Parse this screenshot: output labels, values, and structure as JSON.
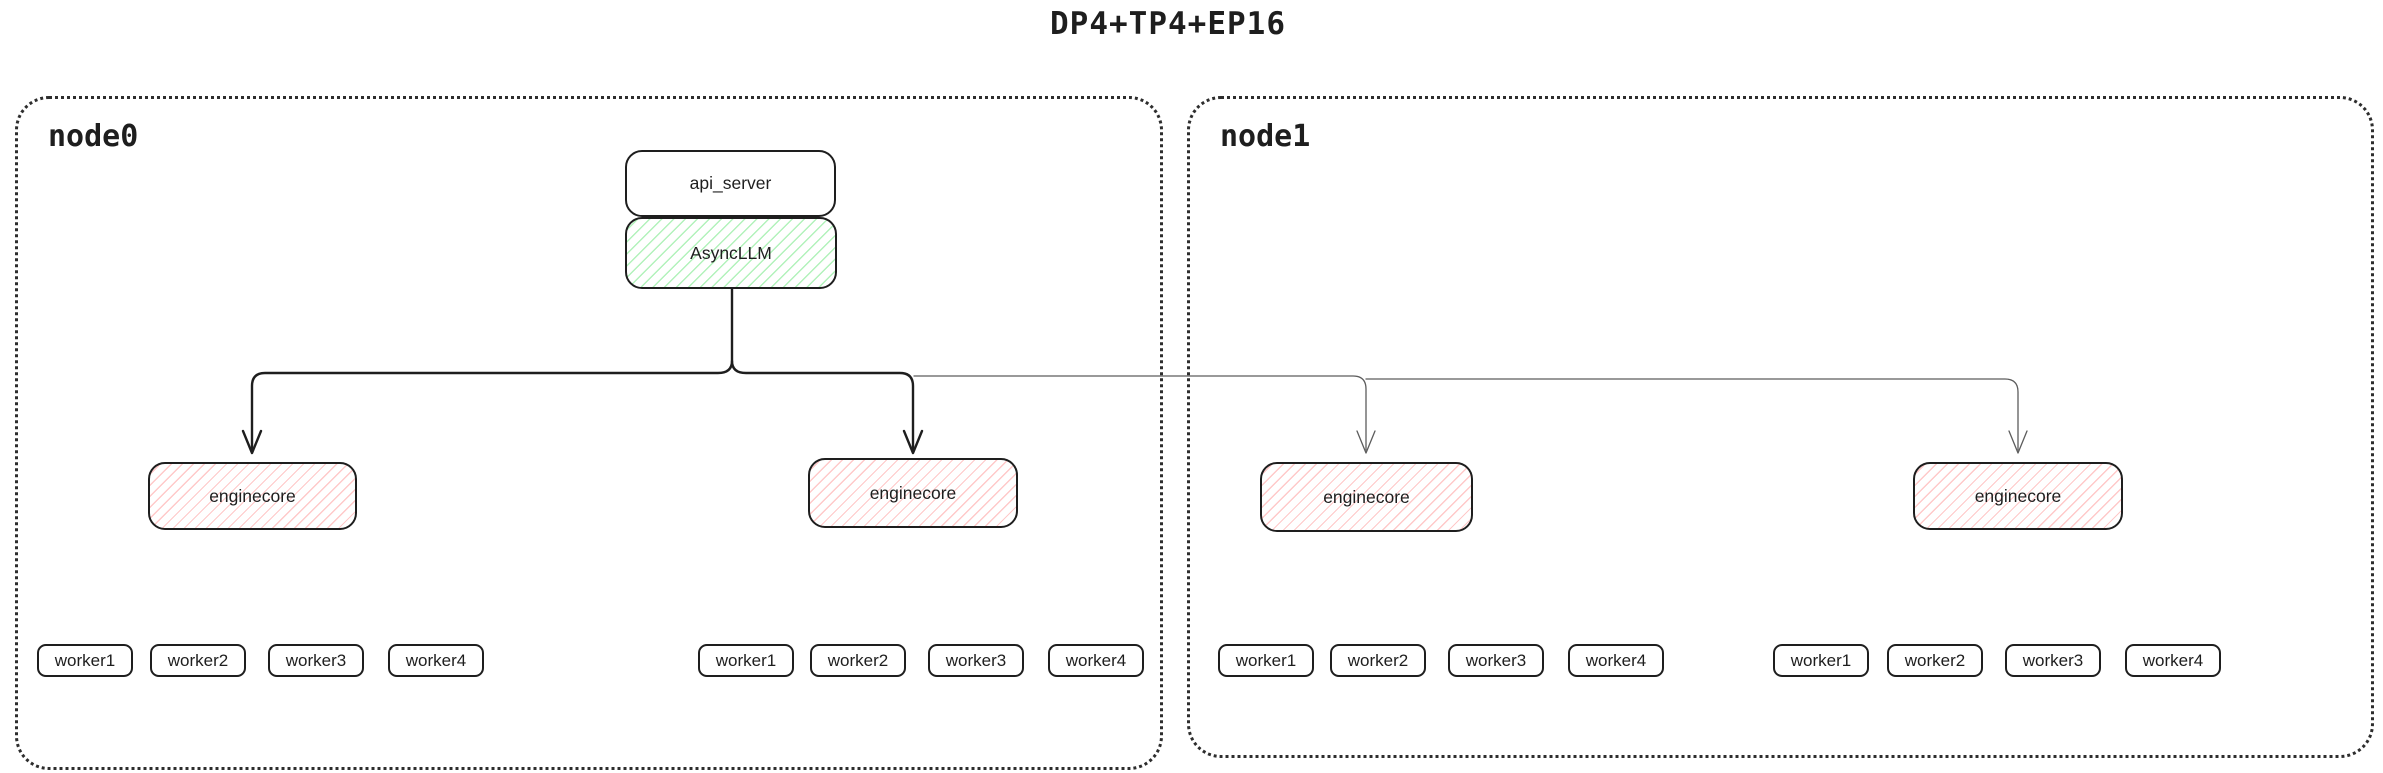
{
  "title": "DP4+TP4+EP16",
  "colors": {
    "line_strong": "#1e1e1e",
    "line_light": "#5c5c5c",
    "border": "#1e1e1e",
    "green_hatch": "#b2f2bb",
    "red_hatch": "#ffc9c9"
  },
  "api_server": {
    "label": "api_server"
  },
  "async_llm": {
    "label": "AsyncLLM"
  },
  "nodes": [
    {
      "label": "node0",
      "groups": [
        {
          "enginecore": "enginecore",
          "workers": [
            "worker1",
            "worker2",
            "worker3",
            "worker4"
          ]
        },
        {
          "enginecore": "enginecore",
          "workers": [
            "worker1",
            "worker2",
            "worker3",
            "worker4"
          ]
        }
      ]
    },
    {
      "label": "node1",
      "groups": [
        {
          "enginecore": "enginecore",
          "workers": [
            "worker1",
            "worker2",
            "worker3",
            "worker4"
          ]
        },
        {
          "enginecore": "enginecore",
          "workers": [
            "worker1",
            "worker2",
            "worker3",
            "worker4"
          ]
        }
      ]
    }
  ]
}
